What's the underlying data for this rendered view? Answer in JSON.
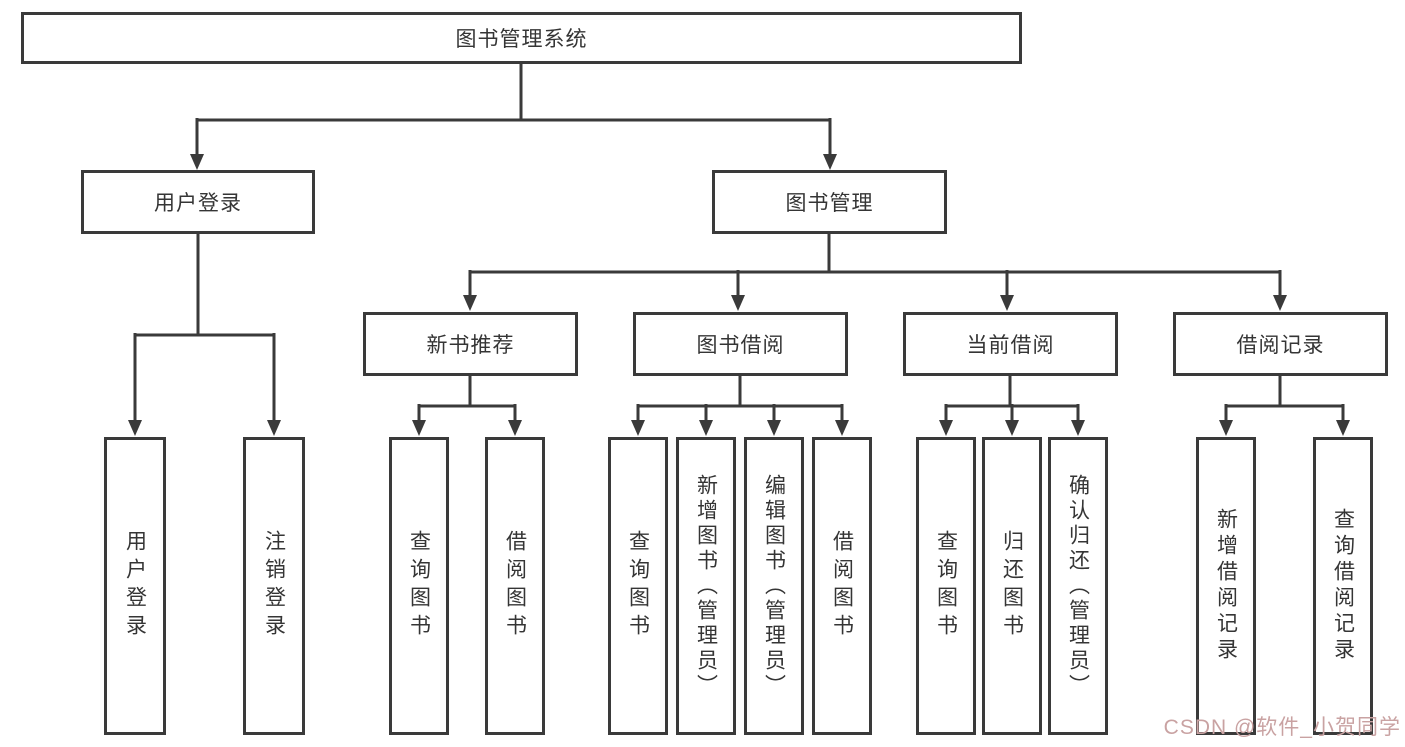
{
  "diagram": {
    "root": "图书管理系统",
    "level2": [
      "用户登录",
      "图书管理"
    ],
    "level3": [
      "新书推荐",
      "图书借阅",
      "当前借阅",
      "借阅记录"
    ],
    "leaves_user_login": [
      "用户登录",
      "注销登录"
    ],
    "leaves_new_books": [
      "查询图书",
      "借阅图书"
    ],
    "leaves_book_borrow": [
      "查询图书",
      "新增图书（管理员）",
      "编辑图书（管理员）",
      "借阅图书"
    ],
    "leaves_current_borrow": [
      "查询图书",
      "归还图书",
      "确认归还（管理员）"
    ],
    "leaves_borrow_records": [
      "新增借阅记录",
      "查询借阅记录"
    ]
  },
  "watermark": {
    "text": "CSDN @软件_小贺同学",
    "color": "#c9a2a2"
  },
  "colors": {
    "line": "#3a3a3a",
    "text": "#353535",
    "background": "#ffffff"
  }
}
